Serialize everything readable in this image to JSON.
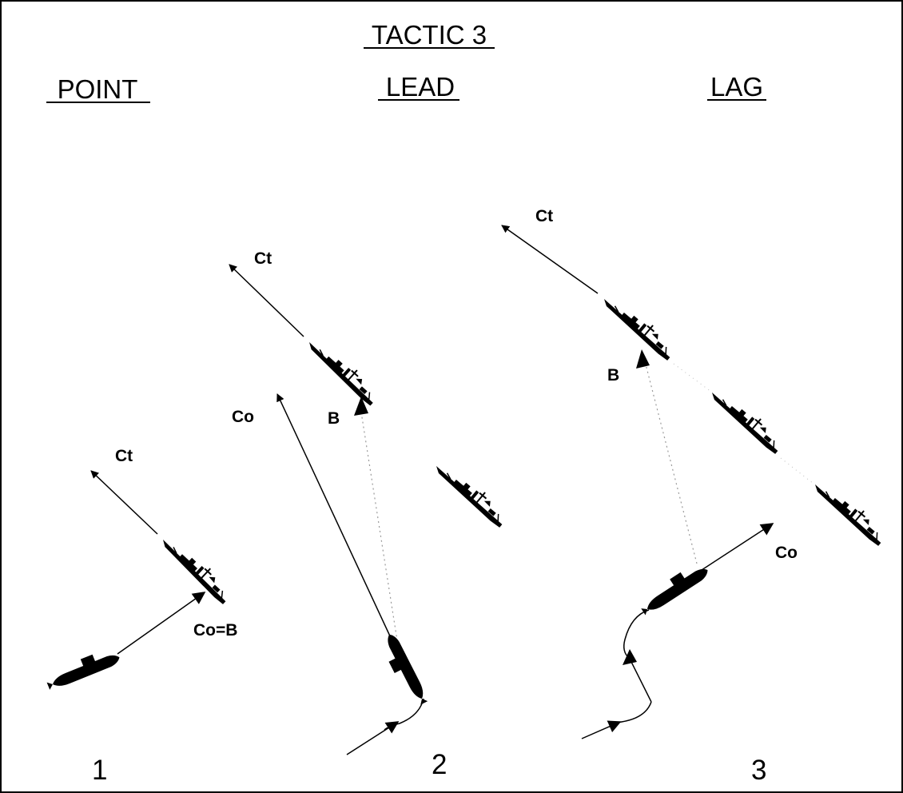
{
  "title": "TACTIC 3",
  "panels": [
    {
      "heading": "POINT",
      "number": "1",
      "labels": {
        "target_course": "Ct",
        "own_course": "Co=B"
      }
    },
    {
      "heading": "LEAD",
      "number": "2",
      "labels": {
        "target_course": "Ct",
        "own_course": "Co",
        "bearing": "B"
      }
    },
    {
      "heading": "LAG",
      "number": "3",
      "labels": {
        "target_course": "Ct",
        "own_course": "Co",
        "bearing": "B"
      }
    }
  ],
  "colors": {
    "ink": "#000000",
    "background": "#ffffff",
    "bearing_line": "#9a9a9a"
  },
  "icons": [
    "surface-ship-silhouette",
    "submarine-silhouette",
    "arrowhead"
  ]
}
